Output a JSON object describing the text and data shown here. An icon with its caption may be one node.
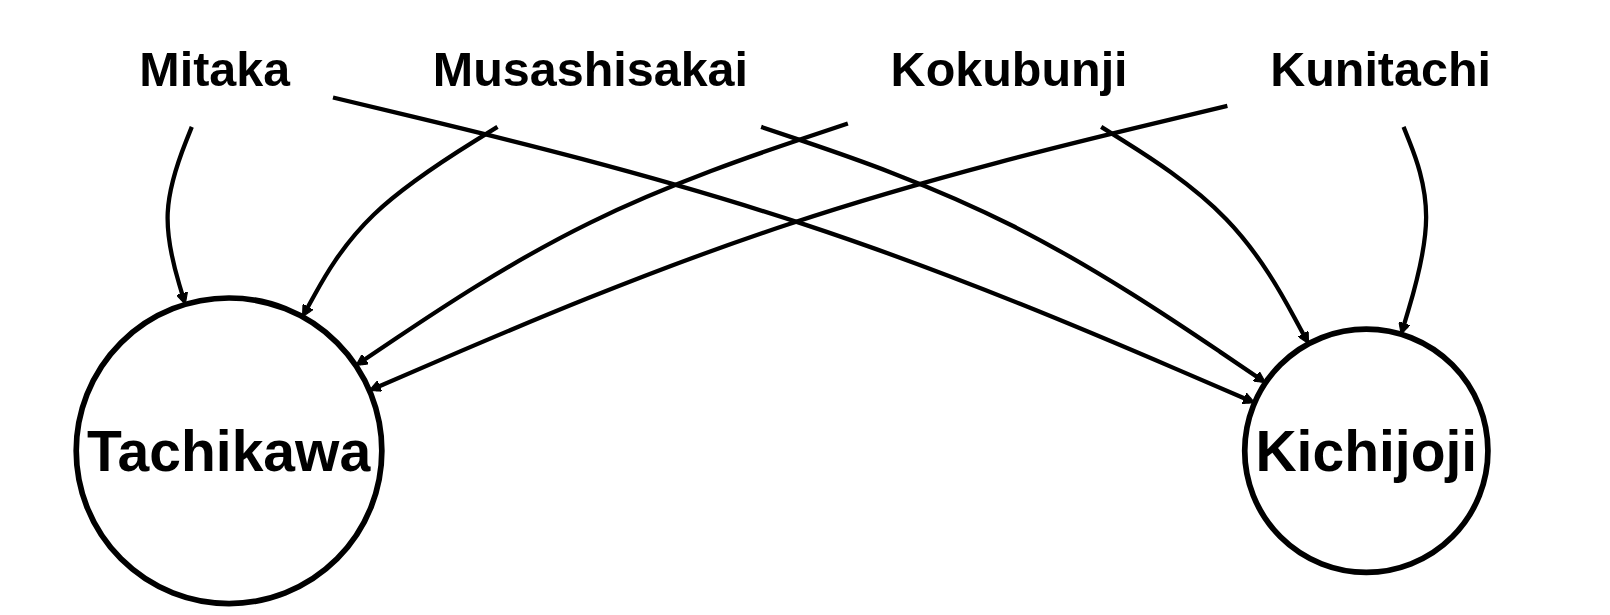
{
  "diagram": {
    "nodes": [
      {
        "text": [
          "Tachikawa"
        ]
      },
      {
        "text": [
          "Kichijoji"
        ]
      },
      {
        "text": [
          "Mitaka"
        ]
      },
      {
        "text": [
          "Musashisakai"
        ]
      },
      {
        "text": [
          "Kokubunji"
        ]
      },
      {
        "text": [
          "Kunitachi"
        ]
      }
    ],
    "edges": [
      {
        "from": 2,
        "to": 0,
        "arrow": "to"
      },
      {
        "from": 2,
        "to": 1,
        "arrow": "to"
      },
      {
        "from": 3,
        "to": 0,
        "arrow": "to"
      },
      {
        "from": 3,
        "to": 1,
        "arrow": "to"
      },
      {
        "from": 4,
        "to": 0,
        "arrow": "to"
      },
      {
        "from": 4,
        "to": 1,
        "arrow": "to"
      },
      {
        "from": 5,
        "to": 0,
        "arrow": "to"
      },
      {
        "from": 5,
        "to": 1,
        "arrow": "to"
      }
    ]
  }
}
